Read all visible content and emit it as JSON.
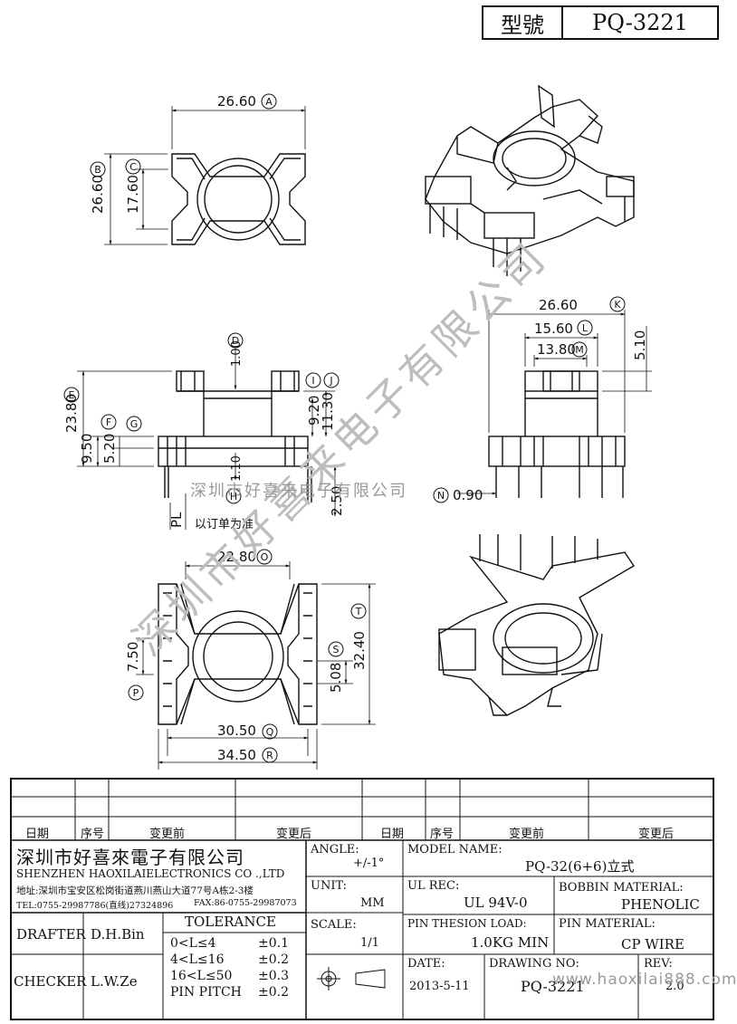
{
  "header": {
    "model_label": "型號",
    "model_value": "PQ-3221"
  },
  "dims": {
    "a": "26.60",
    "b": "26.60",
    "c": "17.60",
    "d": "1.00",
    "e": "23.80",
    "f": "9.50",
    "g": "5.20",
    "h": "1.10",
    "ij_i": "9.20",
    "ij_j": "11.30",
    "k": "26.60",
    "l": "15.60",
    "m": "13.80",
    "side": "5.10",
    "n": "0.90",
    "pin": "2.50",
    "pl": "PL",
    "order_note": "以订单为准",
    "o": "22.80",
    "p": "7.50",
    "q": "30.50",
    "r": "34.50",
    "s": "5.08",
    "t": "32.40"
  },
  "letters": [
    "A",
    "B",
    "C",
    "D",
    "E",
    "F",
    "G",
    "H",
    "I",
    "J",
    "K",
    "L",
    "M",
    "N",
    "O",
    "P",
    "Q",
    "R",
    "S",
    "T"
  ],
  "watermark": {
    "diag": "深圳市好喜来电子有限公司",
    "overlay": "深圳市好喜来电子有限公司",
    "url": "www.haoxilai888.com"
  },
  "revision_table": {
    "headers": [
      "日期",
      "序号",
      "变更前",
      "变更后",
      "日期",
      "序号",
      "变更前",
      "变更后"
    ]
  },
  "company": {
    "name_cn": "深圳市好喜來電子有限公司",
    "name_en": "SHENZHEN HAOXILAIELECTRONICS CO .,LTD",
    "address": "地址:深圳市宝安区松岗街道燕川燕山大道77号A栋2-3楼",
    "tel": "TEL:0755-29987786(直线)27324896",
    "fax": "FAX:86-0755-29987073"
  },
  "title_block": {
    "angle_label": "ANGLE:",
    "angle_value": "+/-1°",
    "model_name_label": "MODEL NAME:",
    "model_name_value": "PQ-32(6+6)立式",
    "unit_label": "UNIT:",
    "unit_value": "MM",
    "ul_label": "UL REC:",
    "ul_value": "UL 94V-0",
    "bobbin_label": "BOBBIN MATERIAL:",
    "bobbin_value": "PHENOLIC",
    "scale_label": "SCALE:",
    "scale_value": "1/1",
    "pin_load_label": "PIN THESION LOAD:",
    "pin_load_value": "1.0KG MIN",
    "pin_mat_label": "PIN MATERIAL:",
    "pin_mat_value": "CP  WIRE",
    "date_label": "DATE:",
    "date_value": "2013-5-11",
    "drawing_label": "DRAWING NO:",
    "drawing_value": "PQ-3221",
    "rev_label": "REV:",
    "rev_value": "2.0",
    "drafter_label": "DRAFTER",
    "drafter_value": "D.H.Bin",
    "checker_label": "CHECKER",
    "checker_value": "L.W.Ze",
    "tolerance_title": "TOLERANCE",
    "tolerance_rows": [
      {
        "range": "0<L≤4",
        "tol": "±0.1"
      },
      {
        "range": "4<L≤16",
        "tol": "±0.2"
      },
      {
        "range": "16<L≤50",
        "tol": "±0.3"
      },
      {
        "range": "PIN PITCH",
        "tol": "±0.2"
      }
    ]
  }
}
